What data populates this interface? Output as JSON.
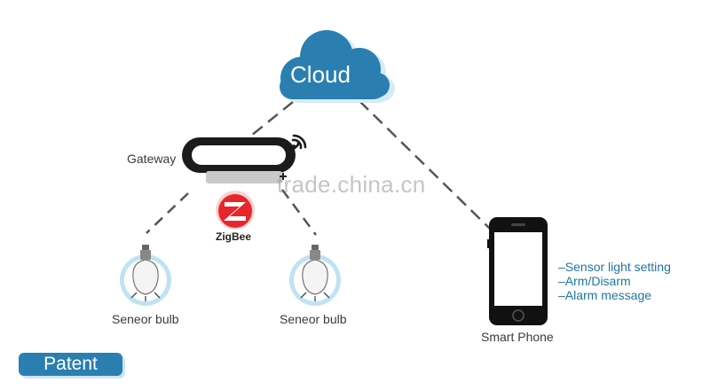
{
  "cloud": {
    "label": "Cloud"
  },
  "gateway": {
    "label": "Gateway"
  },
  "zigbee": {
    "label": "ZigBee"
  },
  "bulbs": [
    {
      "label": "Seneor bulb"
    },
    {
      "label": "Seneor bulb"
    }
  ],
  "phone": {
    "label": "Smart Phone",
    "features": [
      "–Sensor light setting",
      "–Arm/Disarm",
      "–Alarm message"
    ]
  },
  "watermark": "trade.china.cn",
  "badge": {
    "label": "Patent"
  },
  "colors": {
    "accent": "#2a7fb0",
    "light_blue": "#bfe3f2",
    "zigbee_red": "#e8262a",
    "connector": "#555555"
  }
}
